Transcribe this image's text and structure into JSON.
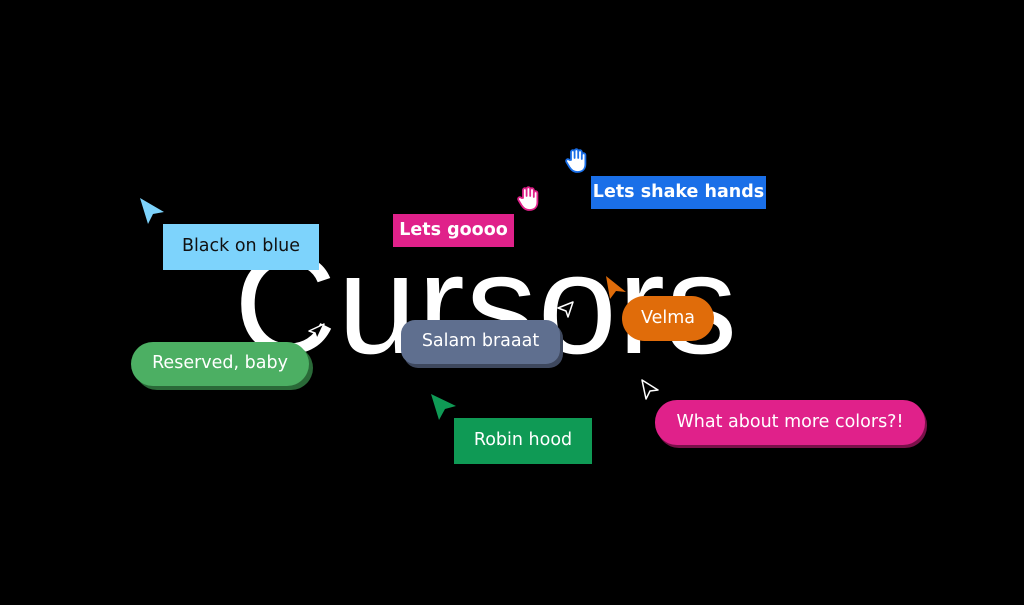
{
  "headline": "Cursors",
  "labels": {
    "black_on_blue": "Black on blue",
    "lets_goooo": "Lets goooo",
    "lets_shake_hands": "Lets shake hands",
    "reserved_baby": "Reserved, baby",
    "salam_braaat": "Salam braaat",
    "velma": "Velma",
    "robin_hood": "Robin hood",
    "more_colors": "What about more colors?!"
  },
  "cursors": [
    {
      "icon": "arrow-cursor-icon",
      "color": "#7dd3fc"
    },
    {
      "icon": "hand-cursor-icon",
      "color": "#e0218a"
    },
    {
      "icon": "hand-cursor-icon",
      "color": "#1a6fe8"
    },
    {
      "icon": "arrow-cursor-icon",
      "color": "#ffffff"
    },
    {
      "icon": "arrow-cursor-icon",
      "color": "#ffffff"
    },
    {
      "icon": "arrow-cursor-icon",
      "color": "#e06c0a"
    },
    {
      "icon": "arrow-cursor-icon",
      "color": "#0f9a55"
    },
    {
      "icon": "arrow-cursor-icon",
      "color": "#ffffff"
    }
  ],
  "colors": {
    "background": "#000000",
    "headline": "#ffffff"
  }
}
